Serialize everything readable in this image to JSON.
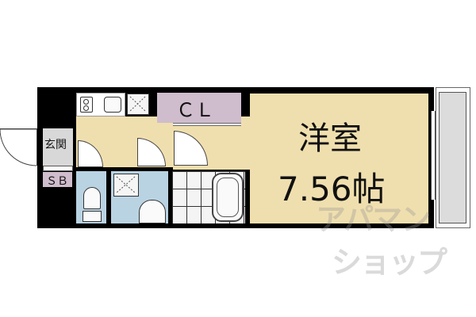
{
  "floorplan": {
    "rooms": {
      "western_room": {
        "name": "洋室",
        "size": "7.56帖"
      },
      "closet": {
        "label": "ＣＬ"
      },
      "entrance": {
        "label": "玄関"
      },
      "shoe_box": {
        "label": "ＳＢ"
      }
    },
    "fixtures": [
      "stove",
      "sink",
      "washer-space",
      "toilet",
      "washbasin",
      "bathtub",
      "balcony"
    ],
    "watermark": {
      "line1": "アパマン",
      "line2": "ショップ"
    },
    "colors": {
      "wall": "#000000",
      "floor": "#f0dfae",
      "closet": "#cfbccd",
      "wet_area": "#b9d3e3",
      "balcony": "#dcdcdc"
    }
  }
}
